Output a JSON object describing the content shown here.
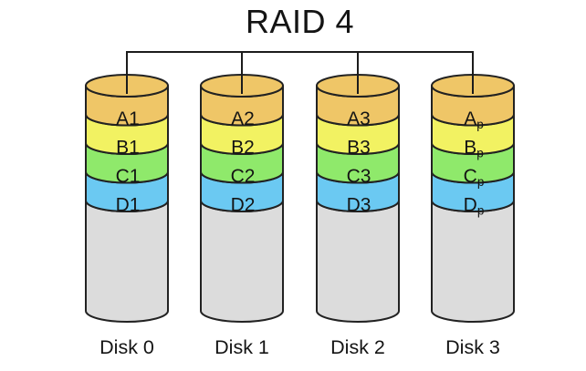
{
  "title": "RAID 4",
  "disks": [
    {
      "label": "Disk 0",
      "blocks": [
        {
          "text": "A1",
          "sub": ""
        },
        {
          "text": "B1",
          "sub": ""
        },
        {
          "text": "C1",
          "sub": ""
        },
        {
          "text": "D1",
          "sub": ""
        }
      ]
    },
    {
      "label": "Disk 1",
      "blocks": [
        {
          "text": "A2",
          "sub": ""
        },
        {
          "text": "B2",
          "sub": ""
        },
        {
          "text": "C2",
          "sub": ""
        },
        {
          "text": "D2",
          "sub": ""
        }
      ]
    },
    {
      "label": "Disk 2",
      "blocks": [
        {
          "text": "A3",
          "sub": ""
        },
        {
          "text": "B3",
          "sub": ""
        },
        {
          "text": "C3",
          "sub": ""
        },
        {
          "text": "D3",
          "sub": ""
        }
      ]
    },
    {
      "label": "Disk 3",
      "blocks": [
        {
          "text": "A",
          "sub": "p"
        },
        {
          "text": "B",
          "sub": "p"
        },
        {
          "text": "C",
          "sub": "p"
        },
        {
          "text": "D",
          "sub": "p"
        }
      ]
    }
  ],
  "colors": {
    "stripe_a": "#EFC667",
    "stripe_b": "#F2F262",
    "stripe_c": "#8FE96B",
    "stripe_d": "#6BC9F2",
    "cylinder_body": "#DCDCDC",
    "outline": "#222222",
    "connector": "#1C1C1C",
    "text": "#141414",
    "background": "#FFFFFF"
  }
}
